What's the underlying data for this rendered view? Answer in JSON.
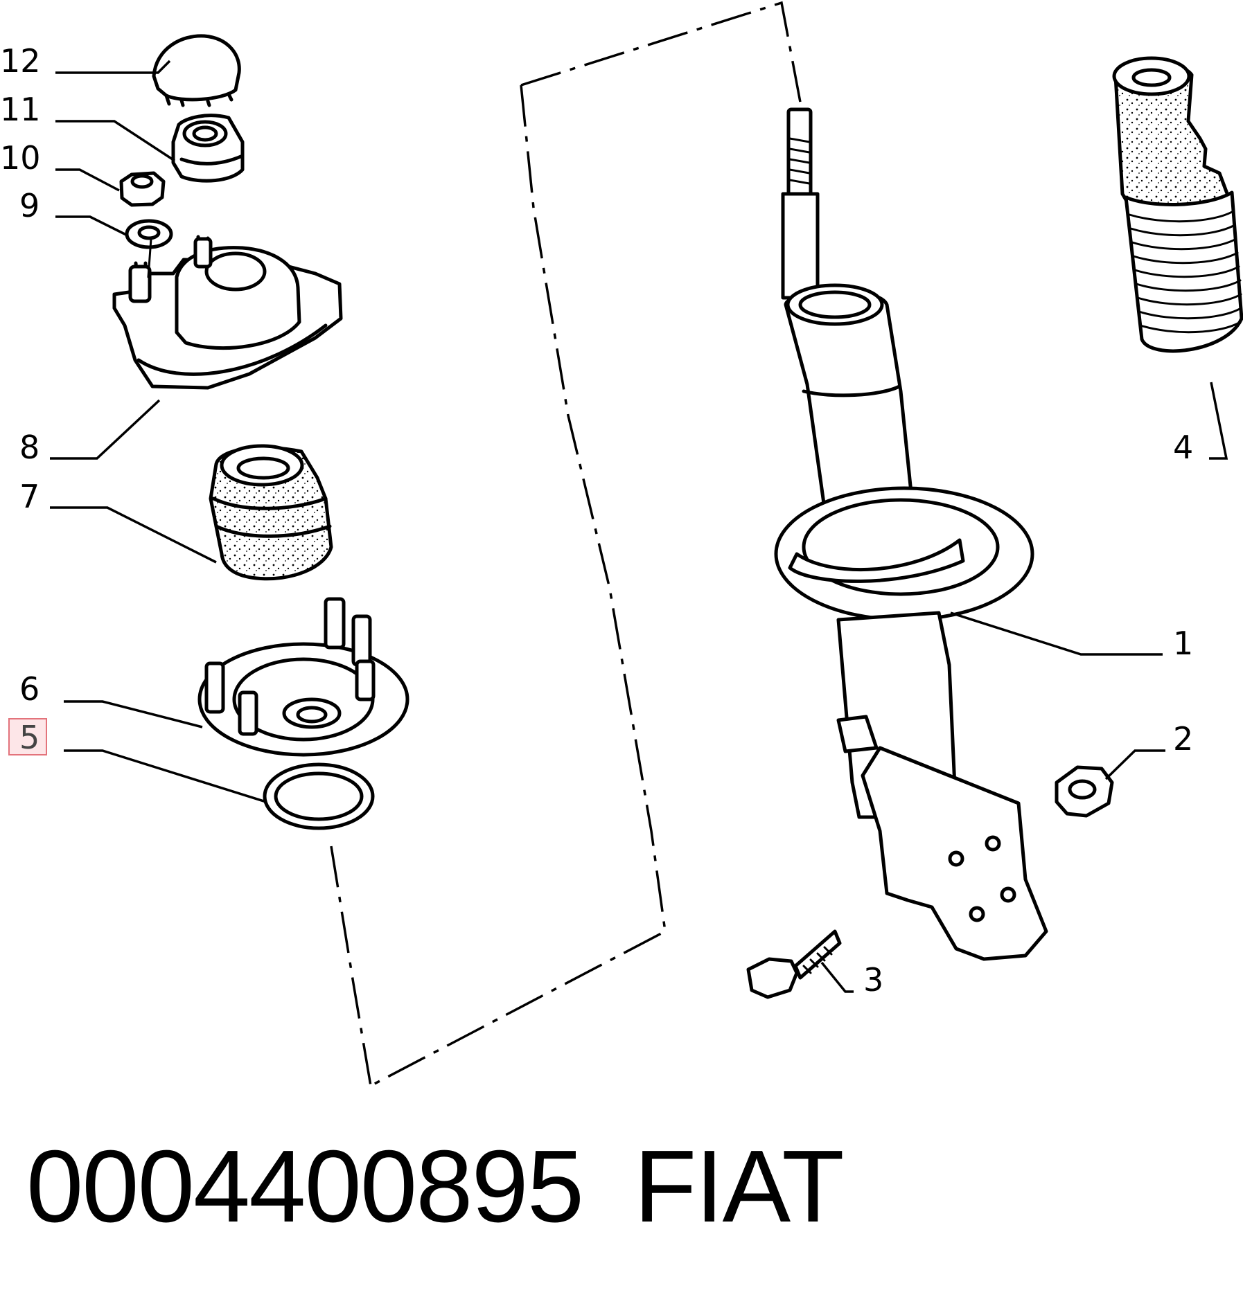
{
  "callouts": [
    {
      "id": "c12",
      "label": "12"
    },
    {
      "id": "c11",
      "label": "11"
    },
    {
      "id": "c10",
      "label": "10"
    },
    {
      "id": "c9",
      "label": "9"
    },
    {
      "id": "c8",
      "label": "8"
    },
    {
      "id": "c7",
      "label": "7"
    },
    {
      "id": "c6",
      "label": "6"
    },
    {
      "id": "c5",
      "label": "5",
      "highlighted": true
    },
    {
      "id": "c4",
      "label": "4"
    },
    {
      "id": "c1",
      "label": "1"
    },
    {
      "id": "c2",
      "label": "2"
    },
    {
      "id": "c3",
      "label": "3"
    }
  ],
  "footer": {
    "part_number": "0004400895",
    "brand": "FIAT"
  },
  "colors": {
    "highlight_fill": "#fde6e8",
    "highlight_border": "#e3737b",
    "line": "#000000",
    "background": "#ffffff"
  }
}
